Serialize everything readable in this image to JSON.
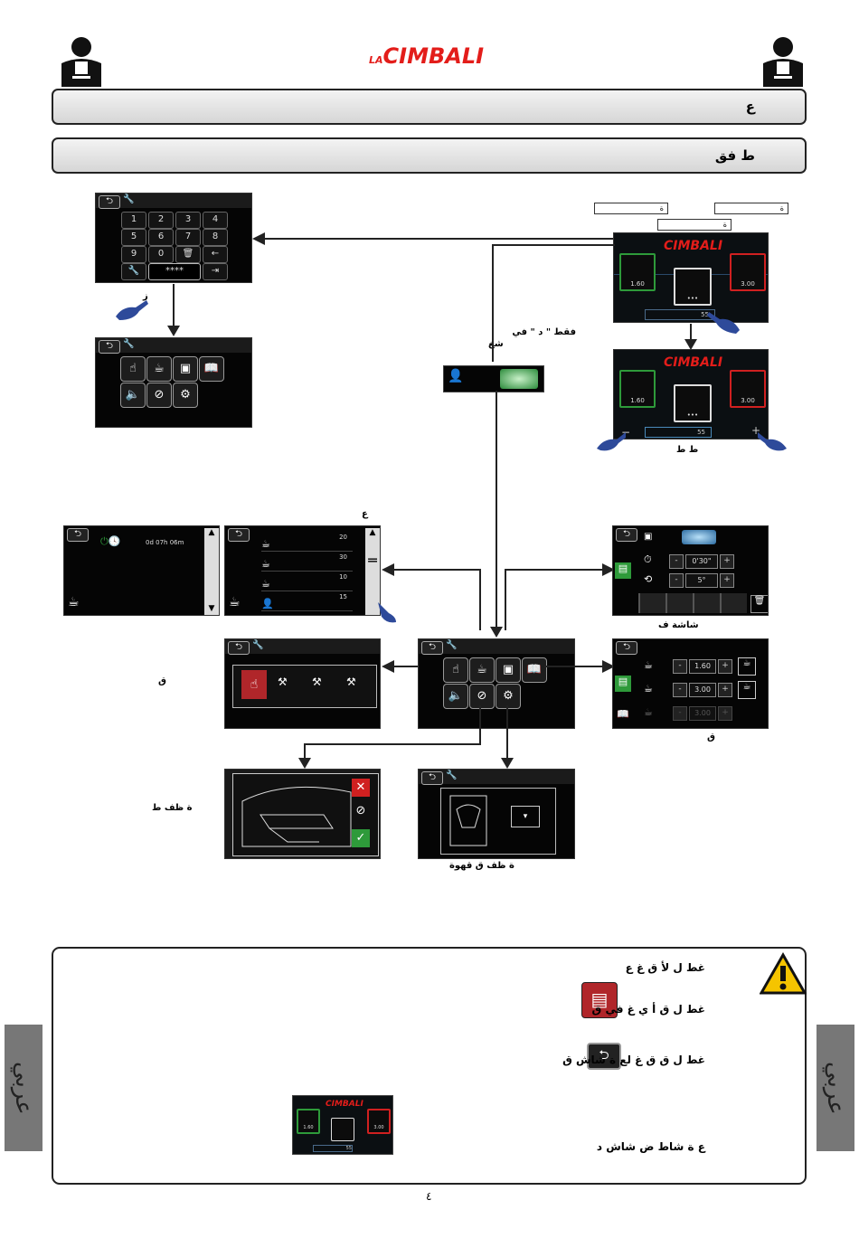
{
  "header": {
    "brand_prefix": "LA",
    "brand_name": "CIMBALI"
  },
  "bars": {
    "bar1": "ع",
    "bar2": "ط  فق"
  },
  "keypad": {
    "keys": [
      "1",
      "2",
      "3",
      "4",
      "5",
      "6",
      "7",
      "8",
      "9",
      "0"
    ],
    "password_mask": "****",
    "caption": "ز"
  },
  "main_screen": {
    "callout_1": "ة",
    "callout_2": "ة",
    "callout_3": "ة",
    "left_cup_value": "1.60",
    "right_cup_value": "3.00",
    "slider_value": "55",
    "caption": "ط  ط"
  },
  "mid_note": {
    "line1": "فقط  \"  د         \" في",
    "line2": "شغ"
  },
  "counters": {
    "caption": "ع",
    "timer_value": "0d 07h 06m",
    "rows": [
      "20",
      "30",
      "10",
      "15"
    ]
  },
  "cleaning_screen": {
    "time_value": "0'30\"",
    "temp_value": "5°",
    "caption": "شاشة  ف"
  },
  "dose_screen": {
    "dose1": "1.60",
    "dose2": "3.00",
    "dose3": "3.00",
    "caption": "ق"
  },
  "select_screen": {
    "caption": "ق"
  },
  "wash_screen": {
    "caption": "ة  ظف  ط"
  },
  "milk_screen": {
    "caption": "ة  ظف  ق  قهوة"
  },
  "notice": {
    "line1": "غط  ل  لأ ق      غ          ع",
    "line2": "غط  ل  ق        أ   ي  غ     في  ق",
    "line3": "غط  ل  ق                  ق          غ      لع ة   شاش     ق",
    "line4": "ع      ة                  شاط          ض  شاش      د",
    "thumb_left": "1.60",
    "thumb_right": "3.00",
    "thumb_slider": "55"
  },
  "side_tab": {
    "label": "عربي"
  },
  "footer": {
    "page_number": "٤"
  },
  "colors": {
    "brand_red": "#e31d1a",
    "warning_yellow": "#f5c400",
    "save_red": "#b0262a",
    "green_border": "#2e9a3a",
    "red_border": "#d02020"
  }
}
